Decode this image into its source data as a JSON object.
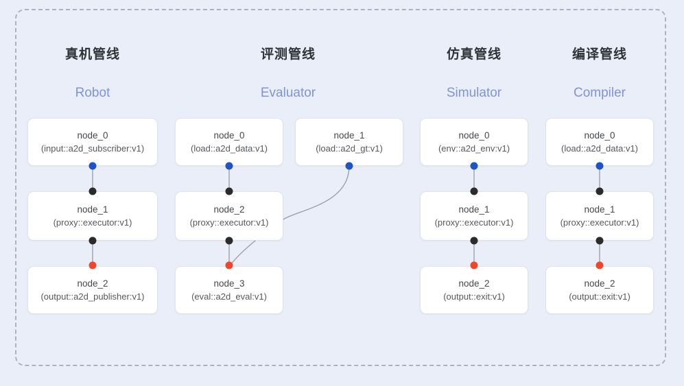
{
  "diagram": {
    "background_color": "#e9eef9",
    "frame_border_color": "#a9b2c4",
    "node_fill": "#ffffff",
    "node_border": "#dfe3ea",
    "edge_color": "#9aa1ad",
    "dot_colors": {
      "input": "#1f54c8",
      "proxy": "#2b2b2b",
      "output": "#f0462a"
    }
  },
  "columns": [
    {
      "title": "真机管线",
      "subtitle": "Robot",
      "nodes": [
        {
          "name": "node_0",
          "spec": "(input::a2d_subscriber:v1)"
        },
        {
          "name": "node_1",
          "spec": "(proxy::executor:v1)"
        },
        {
          "name": "node_2",
          "spec": "(output::a2d_publisher:v1)"
        }
      ]
    },
    {
      "title": "评测管线",
      "subtitle": "Evaluator",
      "nodes": [
        {
          "name": "node_0",
          "spec": "(load::a2d_data:v1)"
        },
        {
          "name": "node_1",
          "spec": "(load::a2d_gt:v1)"
        },
        {
          "name": "node_2",
          "spec": "(proxy::executor:v1)"
        },
        {
          "name": "node_3",
          "spec": "(eval::a2d_eval:v1)"
        }
      ]
    },
    {
      "title": "仿真管线",
      "subtitle": "Simulator",
      "nodes": [
        {
          "name": "node_0",
          "spec": "(env::a2d_env:v1)"
        },
        {
          "name": "node_1",
          "spec": "(proxy::executor:v1)"
        },
        {
          "name": "node_2",
          "spec": "(output::exit:v1)"
        }
      ]
    },
    {
      "title": "编译管线",
      "subtitle": "Compiler",
      "nodes": [
        {
          "name": "node_0",
          "spec": "(load::a2d_data:v1)"
        },
        {
          "name": "node_1",
          "spec": "(proxy::executor:v1)"
        },
        {
          "name": "node_2",
          "spec": "(output::exit:v1)"
        }
      ]
    }
  ]
}
